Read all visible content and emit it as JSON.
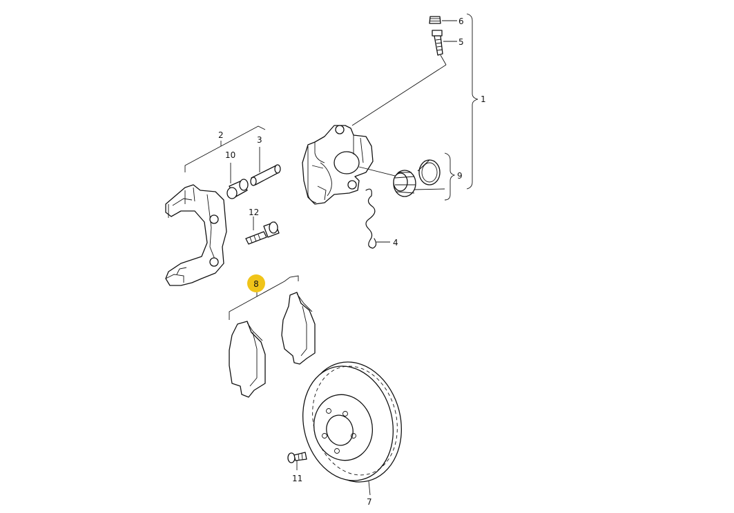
{
  "callouts": {
    "c1": "1",
    "c2": "2",
    "c3": "3",
    "c4": "4",
    "c5": "5",
    "c6": "6",
    "c7": "7",
    "c8": "8",
    "c9": "9",
    "c10": "10",
    "c11": "11",
    "c12": "12"
  },
  "highlight": {
    "part": "8",
    "color": "#f0c419"
  }
}
